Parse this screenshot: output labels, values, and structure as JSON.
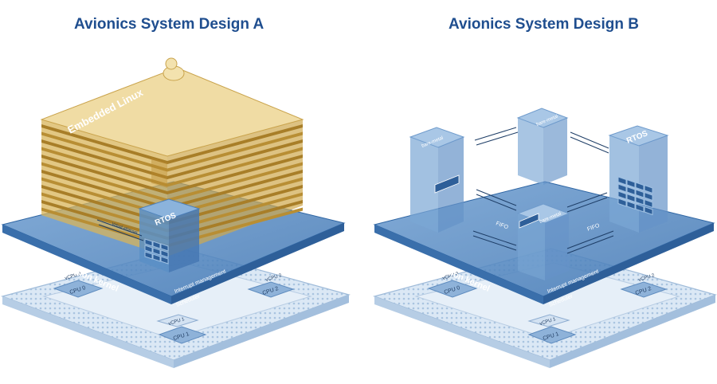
{
  "design_a": {
    "title": "Avionics System Design A",
    "embedded_linux": "Embedded Linux",
    "rtos": "RTOS",
    "virtual_ethernet": "Virtual ethernet",
    "separation_kernel": "Separation kernel",
    "interrupt_management": "Interrupt management",
    "scheduler": "Scheduler",
    "vcpus": [
      "vCPU 0",
      "vCPU 1",
      "vCPU 2"
    ],
    "cpus": [
      "CPU 0",
      "CPU 1",
      "CPU 2"
    ]
  },
  "design_b": {
    "title": "Avionics System Design B",
    "rtos": "RTOS",
    "bare_metal": "bare-metal",
    "fifo": "FIFO",
    "separation_kernel": "Separation kernel",
    "interrupt_management": "Interrupt management",
    "scheduler": "Scheduler",
    "vcpus": [
      "vCPU 0",
      "vCPU 1",
      "vCPU 2"
    ],
    "cpus": [
      "CPU 0",
      "CPU 1",
      "CPU 2"
    ]
  },
  "colors": {
    "title": "#1f4e8f",
    "kernel_plane": "#4f86c0",
    "chip": "#c9dcef",
    "linux_gold": "#e3c268",
    "rtos_block": "#5b8fc6"
  }
}
